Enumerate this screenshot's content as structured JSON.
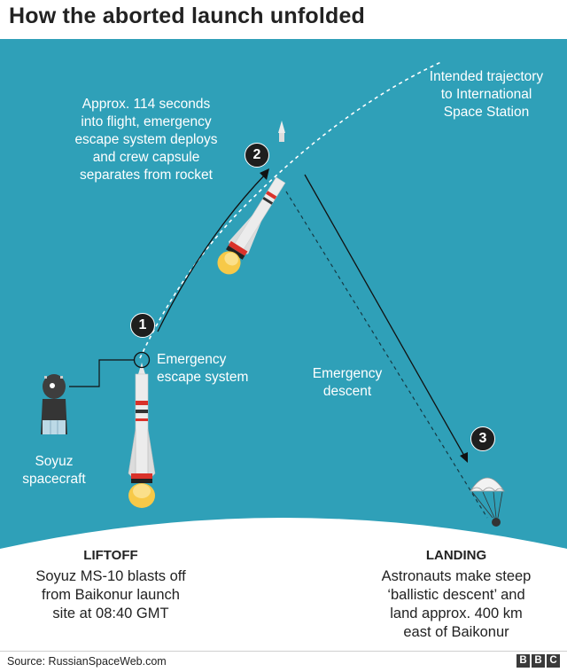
{
  "title": "How the aborted launch unfolded",
  "labels": {
    "intended_trajectory": [
      "Intended trajectory",
      "to International",
      "Space Station"
    ],
    "separation": [
      "Approx. 114 seconds",
      "into flight, emergency",
      "escape system deploys",
      "and crew capsule",
      "separates from rocket"
    ],
    "escape_system": [
      "Emergency",
      "escape system"
    ],
    "emergency_descent": [
      "Emergency",
      "descent"
    ],
    "soyuz": [
      "Soyuz",
      "spacecraft"
    ]
  },
  "steps": [
    {
      "number": "1"
    },
    {
      "number": "2"
    },
    {
      "number": "3"
    }
  ],
  "liftoff": {
    "heading": "LIFTOFF",
    "text": [
      "Soyuz MS-10 blasts off",
      "from Baikonur launch",
      "site at 08:40 GMT"
    ]
  },
  "landing": {
    "heading": "LANDING",
    "text": [
      "Astronauts make steep",
      "‘ballistic descent’ and",
      "land approx. 400 km",
      "east of Baikonur"
    ]
  },
  "source": "Source: RussianSpaceWeb.com",
  "logo": [
    "B",
    "B",
    "C"
  ],
  "colors": {
    "sky": "#2fa0b8",
    "ground": "#ffffff",
    "badge": "#1e1e1e",
    "flame": "#f7c948",
    "rocket_red": "#d9322a"
  },
  "icons": {
    "rocket": "rocket-icon",
    "capsule": "capsule-icon",
    "parachute": "parachute-icon"
  }
}
